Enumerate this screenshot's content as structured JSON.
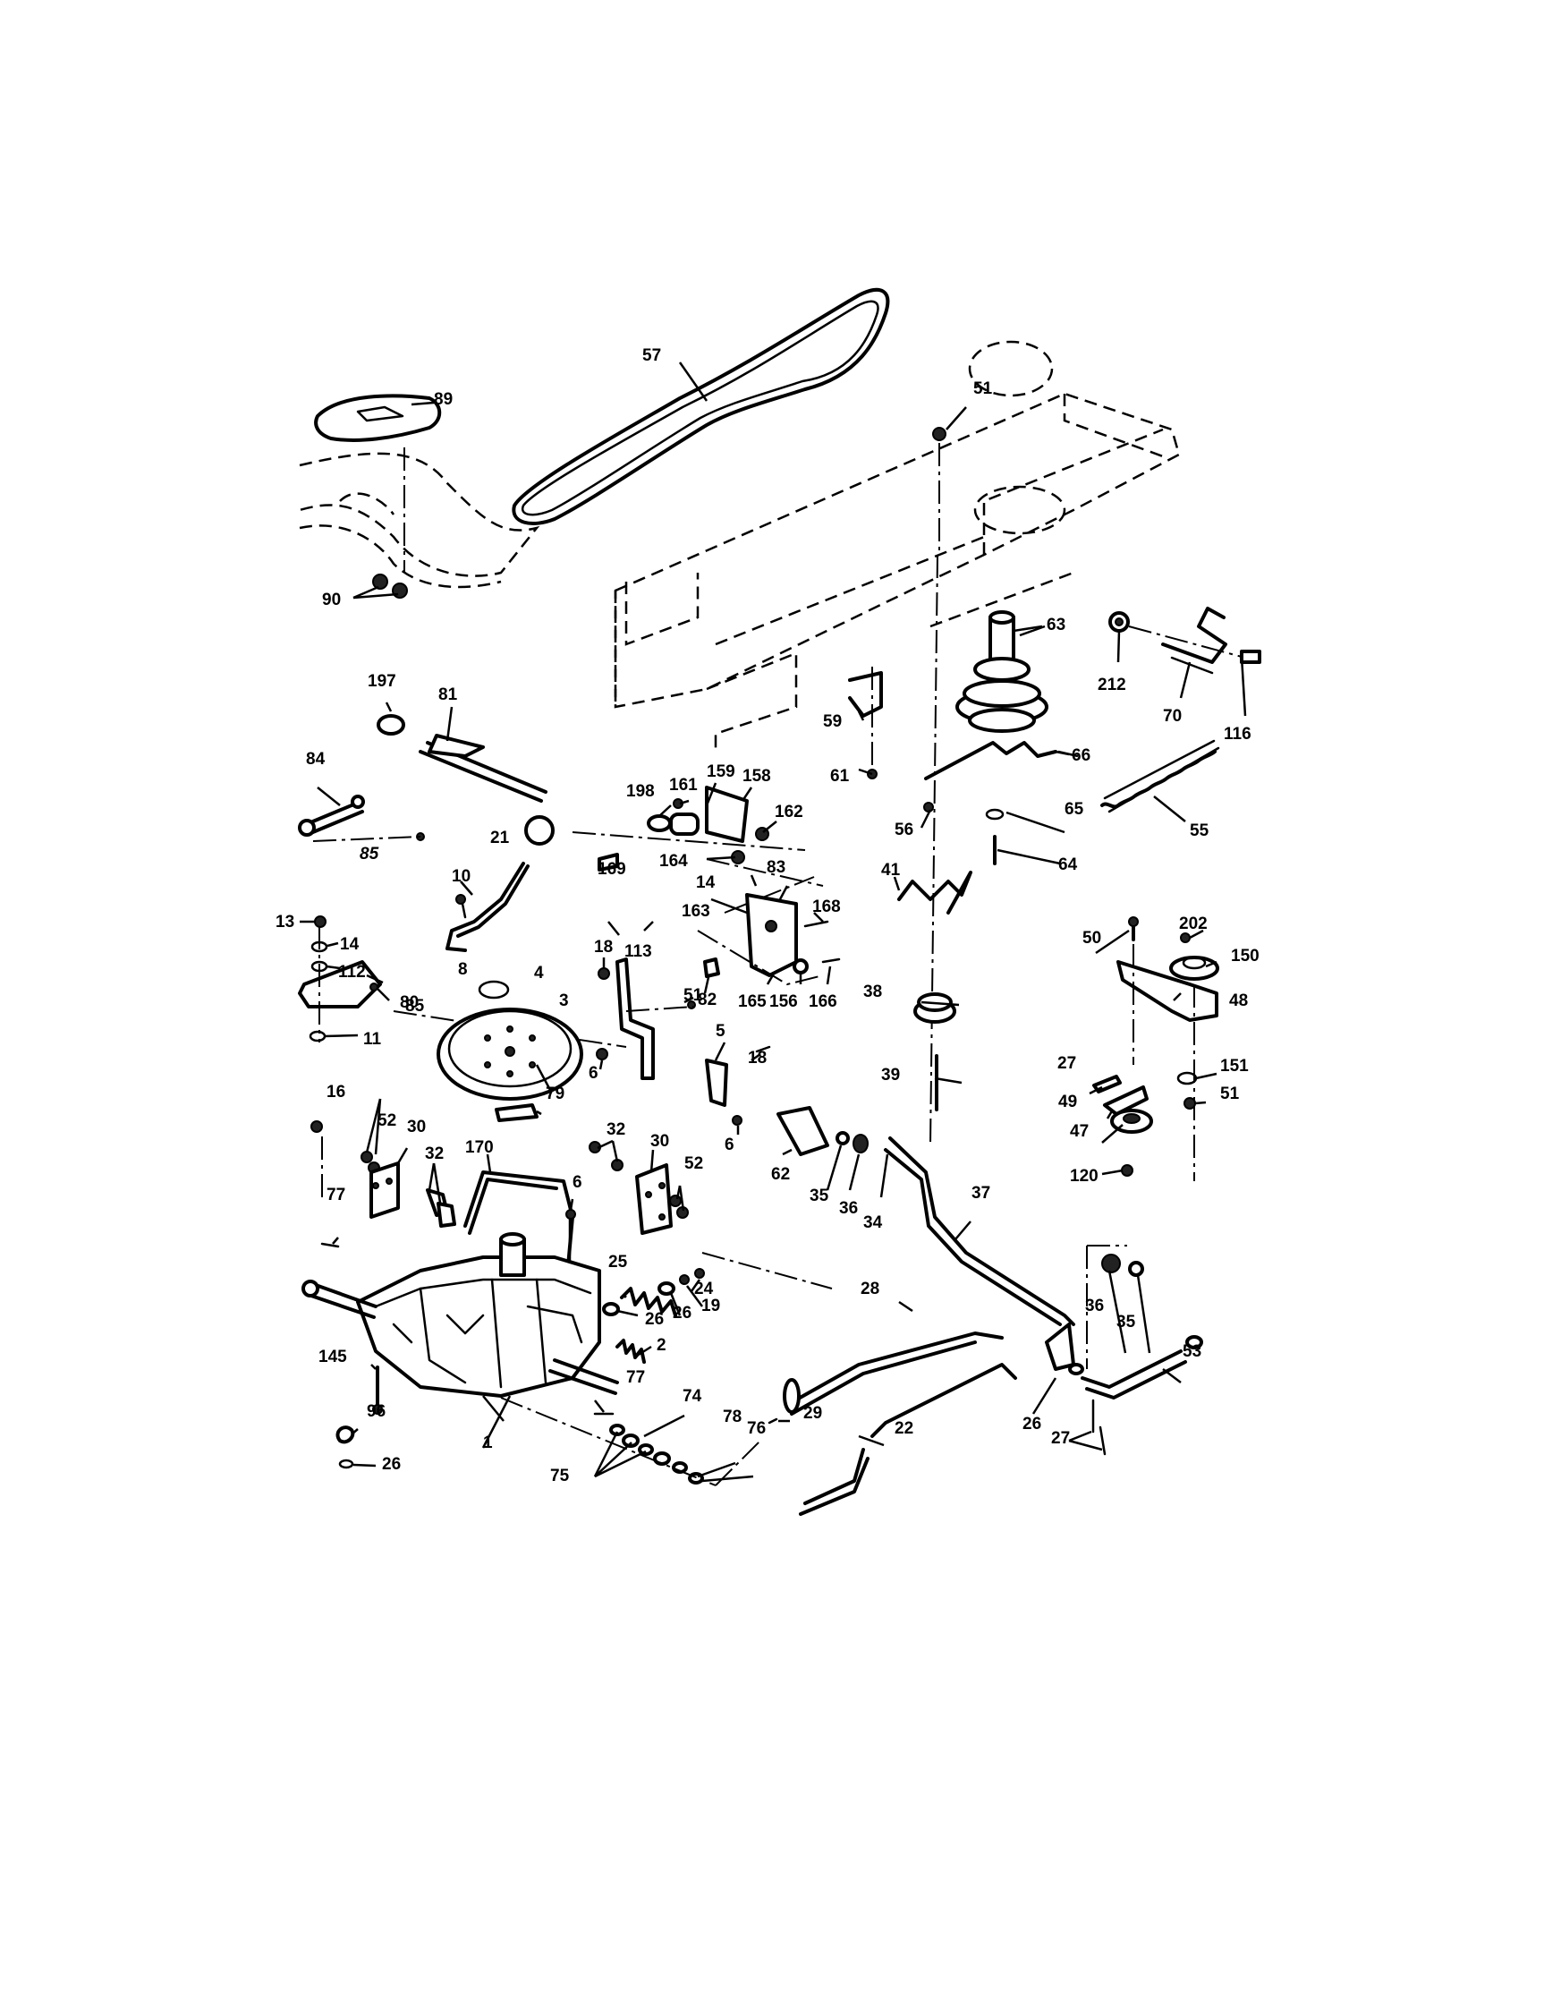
{
  "callouts": [
    {
      "id": "c57",
      "text": "57"
    },
    {
      "id": "c51a",
      "text": "51"
    },
    {
      "id": "c89",
      "text": "89"
    },
    {
      "id": "c90",
      "text": "90"
    },
    {
      "id": "c63",
      "text": "63"
    },
    {
      "id": "c212",
      "text": "212"
    },
    {
      "id": "c70",
      "text": "70"
    },
    {
      "id": "c116",
      "text": "116"
    },
    {
      "id": "c197",
      "text": "197"
    },
    {
      "id": "c81",
      "text": "81"
    },
    {
      "id": "c59",
      "text": "59"
    },
    {
      "id": "c61",
      "text": "61"
    },
    {
      "id": "c66",
      "text": "66"
    },
    {
      "id": "c84",
      "text": "84"
    },
    {
      "id": "c198",
      "text": "198"
    },
    {
      "id": "c161",
      "text": "161"
    },
    {
      "id": "c159",
      "text": "159"
    },
    {
      "id": "c158",
      "text": "158"
    },
    {
      "id": "c162",
      "text": "162"
    },
    {
      "id": "c56",
      "text": "56"
    },
    {
      "id": "c65",
      "text": "65"
    },
    {
      "id": "c55",
      "text": "55"
    },
    {
      "id": "c85a",
      "text": "85"
    },
    {
      "id": "c21",
      "text": "21"
    },
    {
      "id": "c169",
      "text": "169"
    },
    {
      "id": "c164",
      "text": "164"
    },
    {
      "id": "c14a",
      "text": "14"
    },
    {
      "id": "c83",
      "text": "83"
    },
    {
      "id": "c64",
      "text": "64"
    },
    {
      "id": "c10",
      "text": "10"
    },
    {
      "id": "c41",
      "text": "41"
    },
    {
      "id": "c163",
      "text": "163"
    },
    {
      "id": "c168",
      "text": "168"
    },
    {
      "id": "c13",
      "text": "13"
    },
    {
      "id": "c14b",
      "text": "14"
    },
    {
      "id": "c112",
      "text": "112"
    },
    {
      "id": "c80",
      "text": "80"
    },
    {
      "id": "c8",
      "text": "8"
    },
    {
      "id": "c4",
      "text": "4"
    },
    {
      "id": "c18a",
      "text": "18"
    },
    {
      "id": "c113",
      "text": "113"
    },
    {
      "id": "c82",
      "text": "82"
    },
    {
      "id": "c165",
      "text": "165"
    },
    {
      "id": "c156",
      "text": "156"
    },
    {
      "id": "c166",
      "text": "166"
    },
    {
      "id": "c50",
      "text": "50"
    },
    {
      "id": "c202",
      "text": "202"
    },
    {
      "id": "c150",
      "text": "150"
    },
    {
      "id": "c85b",
      "text": "85"
    },
    {
      "id": "c3",
      "text": "3"
    },
    {
      "id": "c51b",
      "text": "51"
    },
    {
      "id": "c38",
      "text": "38"
    },
    {
      "id": "c48",
      "text": "48"
    },
    {
      "id": "c11",
      "text": "11"
    },
    {
      "id": "c5",
      "text": "5"
    },
    {
      "id": "c6a",
      "text": "6"
    },
    {
      "id": "c18b",
      "text": "18"
    },
    {
      "id": "c39",
      "text": "39"
    },
    {
      "id": "c27a",
      "text": "27"
    },
    {
      "id": "c151",
      "text": "151"
    },
    {
      "id": "c51c",
      "text": "51"
    },
    {
      "id": "c16",
      "text": "16"
    },
    {
      "id": "c79",
      "text": "79"
    },
    {
      "id": "c6b",
      "text": "6"
    },
    {
      "id": "c49",
      "text": "49"
    },
    {
      "id": "c52a",
      "text": "52"
    },
    {
      "id": "c30a",
      "text": "30"
    },
    {
      "id": "c32a",
      "text": "32"
    },
    {
      "id": "c30b",
      "text": "30"
    },
    {
      "id": "c47",
      "text": "47"
    },
    {
      "id": "c170",
      "text": "170"
    },
    {
      "id": "c32b",
      "text": "32"
    },
    {
      "id": "c52b",
      "text": "52"
    },
    {
      "id": "c62",
      "text": "62"
    },
    {
      "id": "c120",
      "text": "120"
    },
    {
      "id": "c6c",
      "text": "6"
    },
    {
      "id": "c35a",
      "text": "35"
    },
    {
      "id": "c36a",
      "text": "36"
    },
    {
      "id": "c37",
      "text": "37"
    },
    {
      "id": "c77a",
      "text": "77"
    },
    {
      "id": "c34",
      "text": "34"
    },
    {
      "id": "c25",
      "text": "25"
    },
    {
      "id": "c24",
      "text": "24"
    },
    {
      "id": "c28",
      "text": "28"
    },
    {
      "id": "c26a",
      "text": "26"
    },
    {
      "id": "c26b",
      "text": "26"
    },
    {
      "id": "c19",
      "text": "19"
    },
    {
      "id": "c36b",
      "text": "36"
    },
    {
      "id": "c35b",
      "text": "35"
    },
    {
      "id": "c53",
      "text": "53"
    },
    {
      "id": "c2",
      "text": "2"
    },
    {
      "id": "c145",
      "text": "145"
    },
    {
      "id": "c77b",
      "text": "77"
    },
    {
      "id": "c74",
      "text": "74"
    },
    {
      "id": "c29",
      "text": "29"
    },
    {
      "id": "c96",
      "text": "96"
    },
    {
      "id": "c78",
      "text": "78"
    },
    {
      "id": "c76",
      "text": "76"
    },
    {
      "id": "c22",
      "text": "22"
    },
    {
      "id": "c26c",
      "text": "26"
    },
    {
      "id": "c27b",
      "text": "27"
    },
    {
      "id": "c1",
      "text": "1"
    },
    {
      "id": "c26d",
      "text": "26"
    },
    {
      "id": "c75",
      "text": "75"
    }
  ]
}
